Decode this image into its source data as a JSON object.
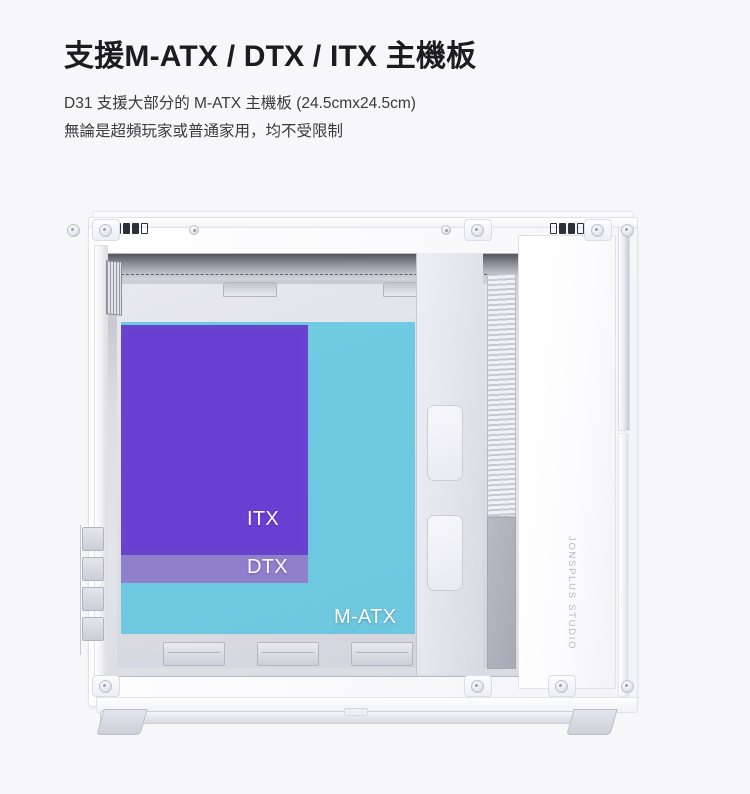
{
  "page": {
    "background_color": "#f7f7fa"
  },
  "heading": {
    "title": "支援M-ATX / DTX / ITX 主機板",
    "line1": "D31 支援大部分的 M-ATX 主機板 (24.5cmx24.5cm)",
    "line2": "無論是超頻玩家或普通家用，均不受限制"
  },
  "product": {
    "brand_logo_text": "JONSPLUS STUDIO",
    "model": "D31"
  },
  "overlays": {
    "matx": {
      "label": "M-ATX",
      "color": "#52c4df"
    },
    "dtx": {
      "label": "DTX",
      "color": "#976ec5"
    },
    "itx": {
      "label": "ITX",
      "color": "#633acd"
    },
    "label_color": "#ffffff"
  }
}
